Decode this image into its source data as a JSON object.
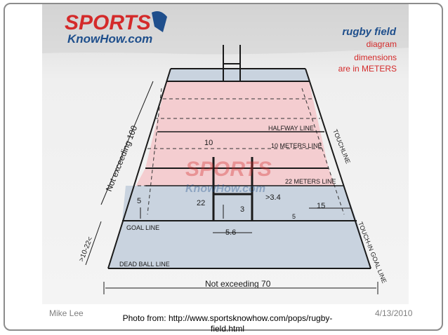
{
  "logo": {
    "line1": "SPORTS",
    "line2": "KnowHow.com"
  },
  "diagram_title": {
    "line1": "rugby field",
    "line2": "diagram",
    "line3": "dimensions",
    "line4": "are in METERS"
  },
  "field_labels": {
    "halfway": "HALFWAY LINE",
    "ten_meters": "10 METERS LINE",
    "twenty_two_meters": "22 METERS LINE",
    "goal": "GOAL LINE",
    "dead_ball": "DEAD BALL LINE",
    "touchline": "TOUCHLINE",
    "touch_in_goal": "TOUCH-IN GOAL LINE"
  },
  "dimensions": {
    "length": "Not exceeding 100",
    "width": "Not exceeding 70",
    "in_goal": ">10-22<",
    "ten": "10",
    "five_left": "5",
    "twenty_two": "22",
    "three": "3",
    "post_gap": "5.6",
    "crossbar": ">3.4",
    "fifteen": "15",
    "five_right": "5"
  },
  "watermark": {
    "line1": "SPORTS",
    "line2": "KnowHow.com"
  },
  "footer": {
    "author": "Mike Lee",
    "caption": "Photo from: http://www.sportsknowhow.com/pops/rugby-field.html",
    "date": "4/13/2010"
  },
  "colors": {
    "pink_zone": "#f4cdd0",
    "blue_zone": "#c9d3df",
    "panel": "#e3e3e3",
    "logo_red": "#d42a2a",
    "logo_blue": "#1f4f8c"
  }
}
